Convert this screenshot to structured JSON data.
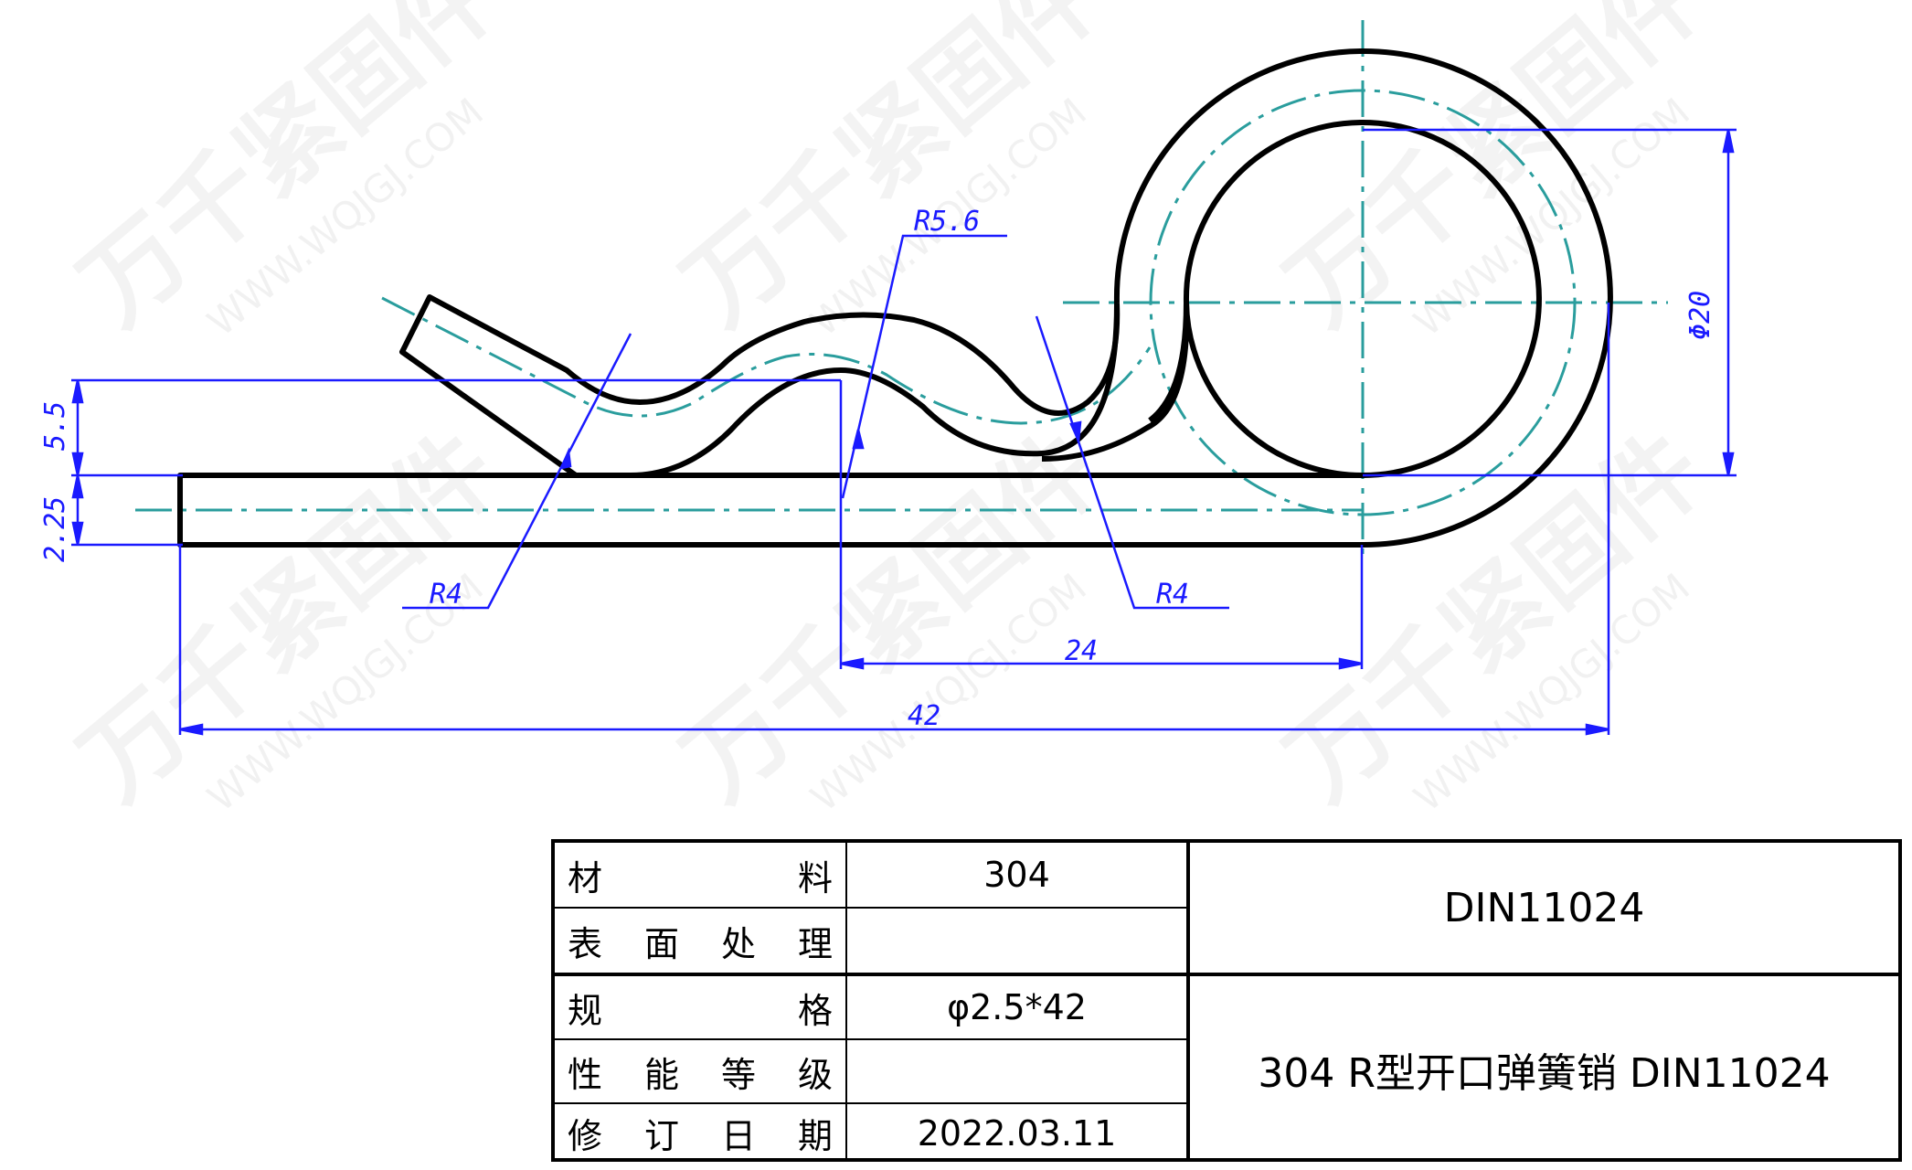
{
  "drawing": {
    "watermark": {
      "brand": "万千紧固件",
      "url": "WWW.WQJGJ.COM"
    },
    "colors": {
      "outline": "#000000",
      "centerline": "#2a9d9d",
      "dimension": "#1a1aff"
    },
    "dimensions": {
      "height_upper": "5.5",
      "height_lower": "2.25",
      "radius_top": "R5.6",
      "radius_left": "R4",
      "radius_right": "R4",
      "diameter": "Φ20",
      "length_inner": "24",
      "length_total": "42"
    }
  },
  "title_block": {
    "rows": [
      {
        "label_chars": [
          "材",
          "料"
        ],
        "value": "304"
      },
      {
        "label_chars": [
          "表",
          "面",
          "处",
          "理"
        ],
        "value": ""
      },
      {
        "label_chars": [
          "规",
          "格"
        ],
        "value": "φ2.5*42"
      },
      {
        "label_chars": [
          "性",
          "能",
          "等",
          "级"
        ],
        "value": ""
      },
      {
        "label_chars": [
          "修",
          "订",
          "日",
          "期"
        ],
        "value": "2022.03.11"
      }
    ],
    "standard": "DIN11024",
    "product_name": "304 R型开口弹簧销 DIN11024"
  }
}
